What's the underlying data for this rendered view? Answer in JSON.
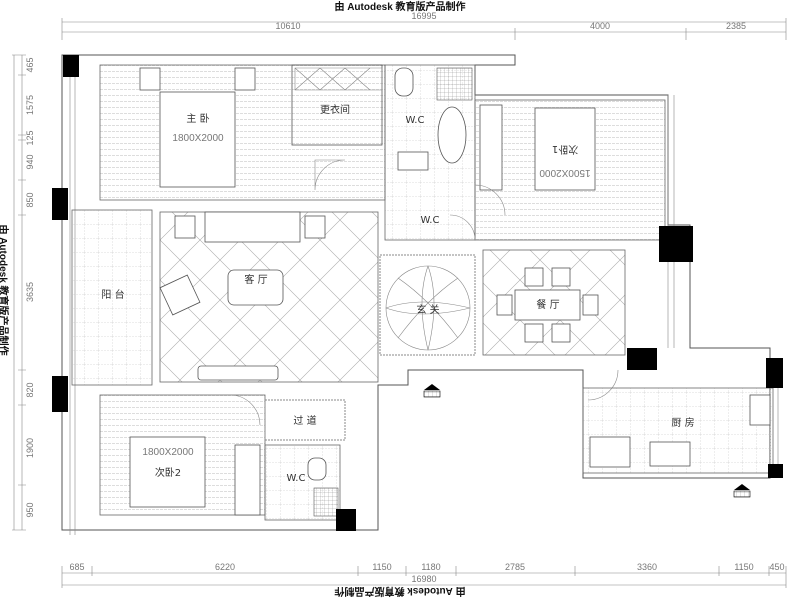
{
  "watermark": "由 Autodesk 教育版产品制作",
  "dimensions": {
    "top_total": "16995",
    "top_segments": [
      "10610",
      "4000",
      "2385"
    ],
    "bottom_total": "16980",
    "bottom_segments": [
      "685",
      "6220",
      "1150",
      "1180",
      "2785",
      "3360",
      "1150",
      "450"
    ],
    "left_segments": [
      "465",
      "1575",
      "125",
      "940",
      "850",
      "3635",
      "820",
      "1900",
      "950"
    ]
  },
  "rooms": {
    "master_bedroom": {
      "label": "主 卧",
      "bed_size": "1800X2000"
    },
    "closet": {
      "label": "更衣间"
    },
    "wc_master": {
      "label": "W.C"
    },
    "wc_public": {
      "label": "W.C"
    },
    "wc_bedroom2": {
      "label": "W.C"
    },
    "bedroom1": {
      "label": "次卧1",
      "bed_size": "1500X2000"
    },
    "balcony": {
      "label": "阳 台"
    },
    "living": {
      "label": "客 厅"
    },
    "foyer": {
      "label": "玄 关"
    },
    "dining": {
      "label": "餐 厅"
    },
    "kitchen": {
      "label": "厨 房"
    },
    "corridor": {
      "label": "过 道"
    },
    "bedroom2": {
      "label": "次卧2",
      "bed_size": "1800X2000"
    }
  }
}
